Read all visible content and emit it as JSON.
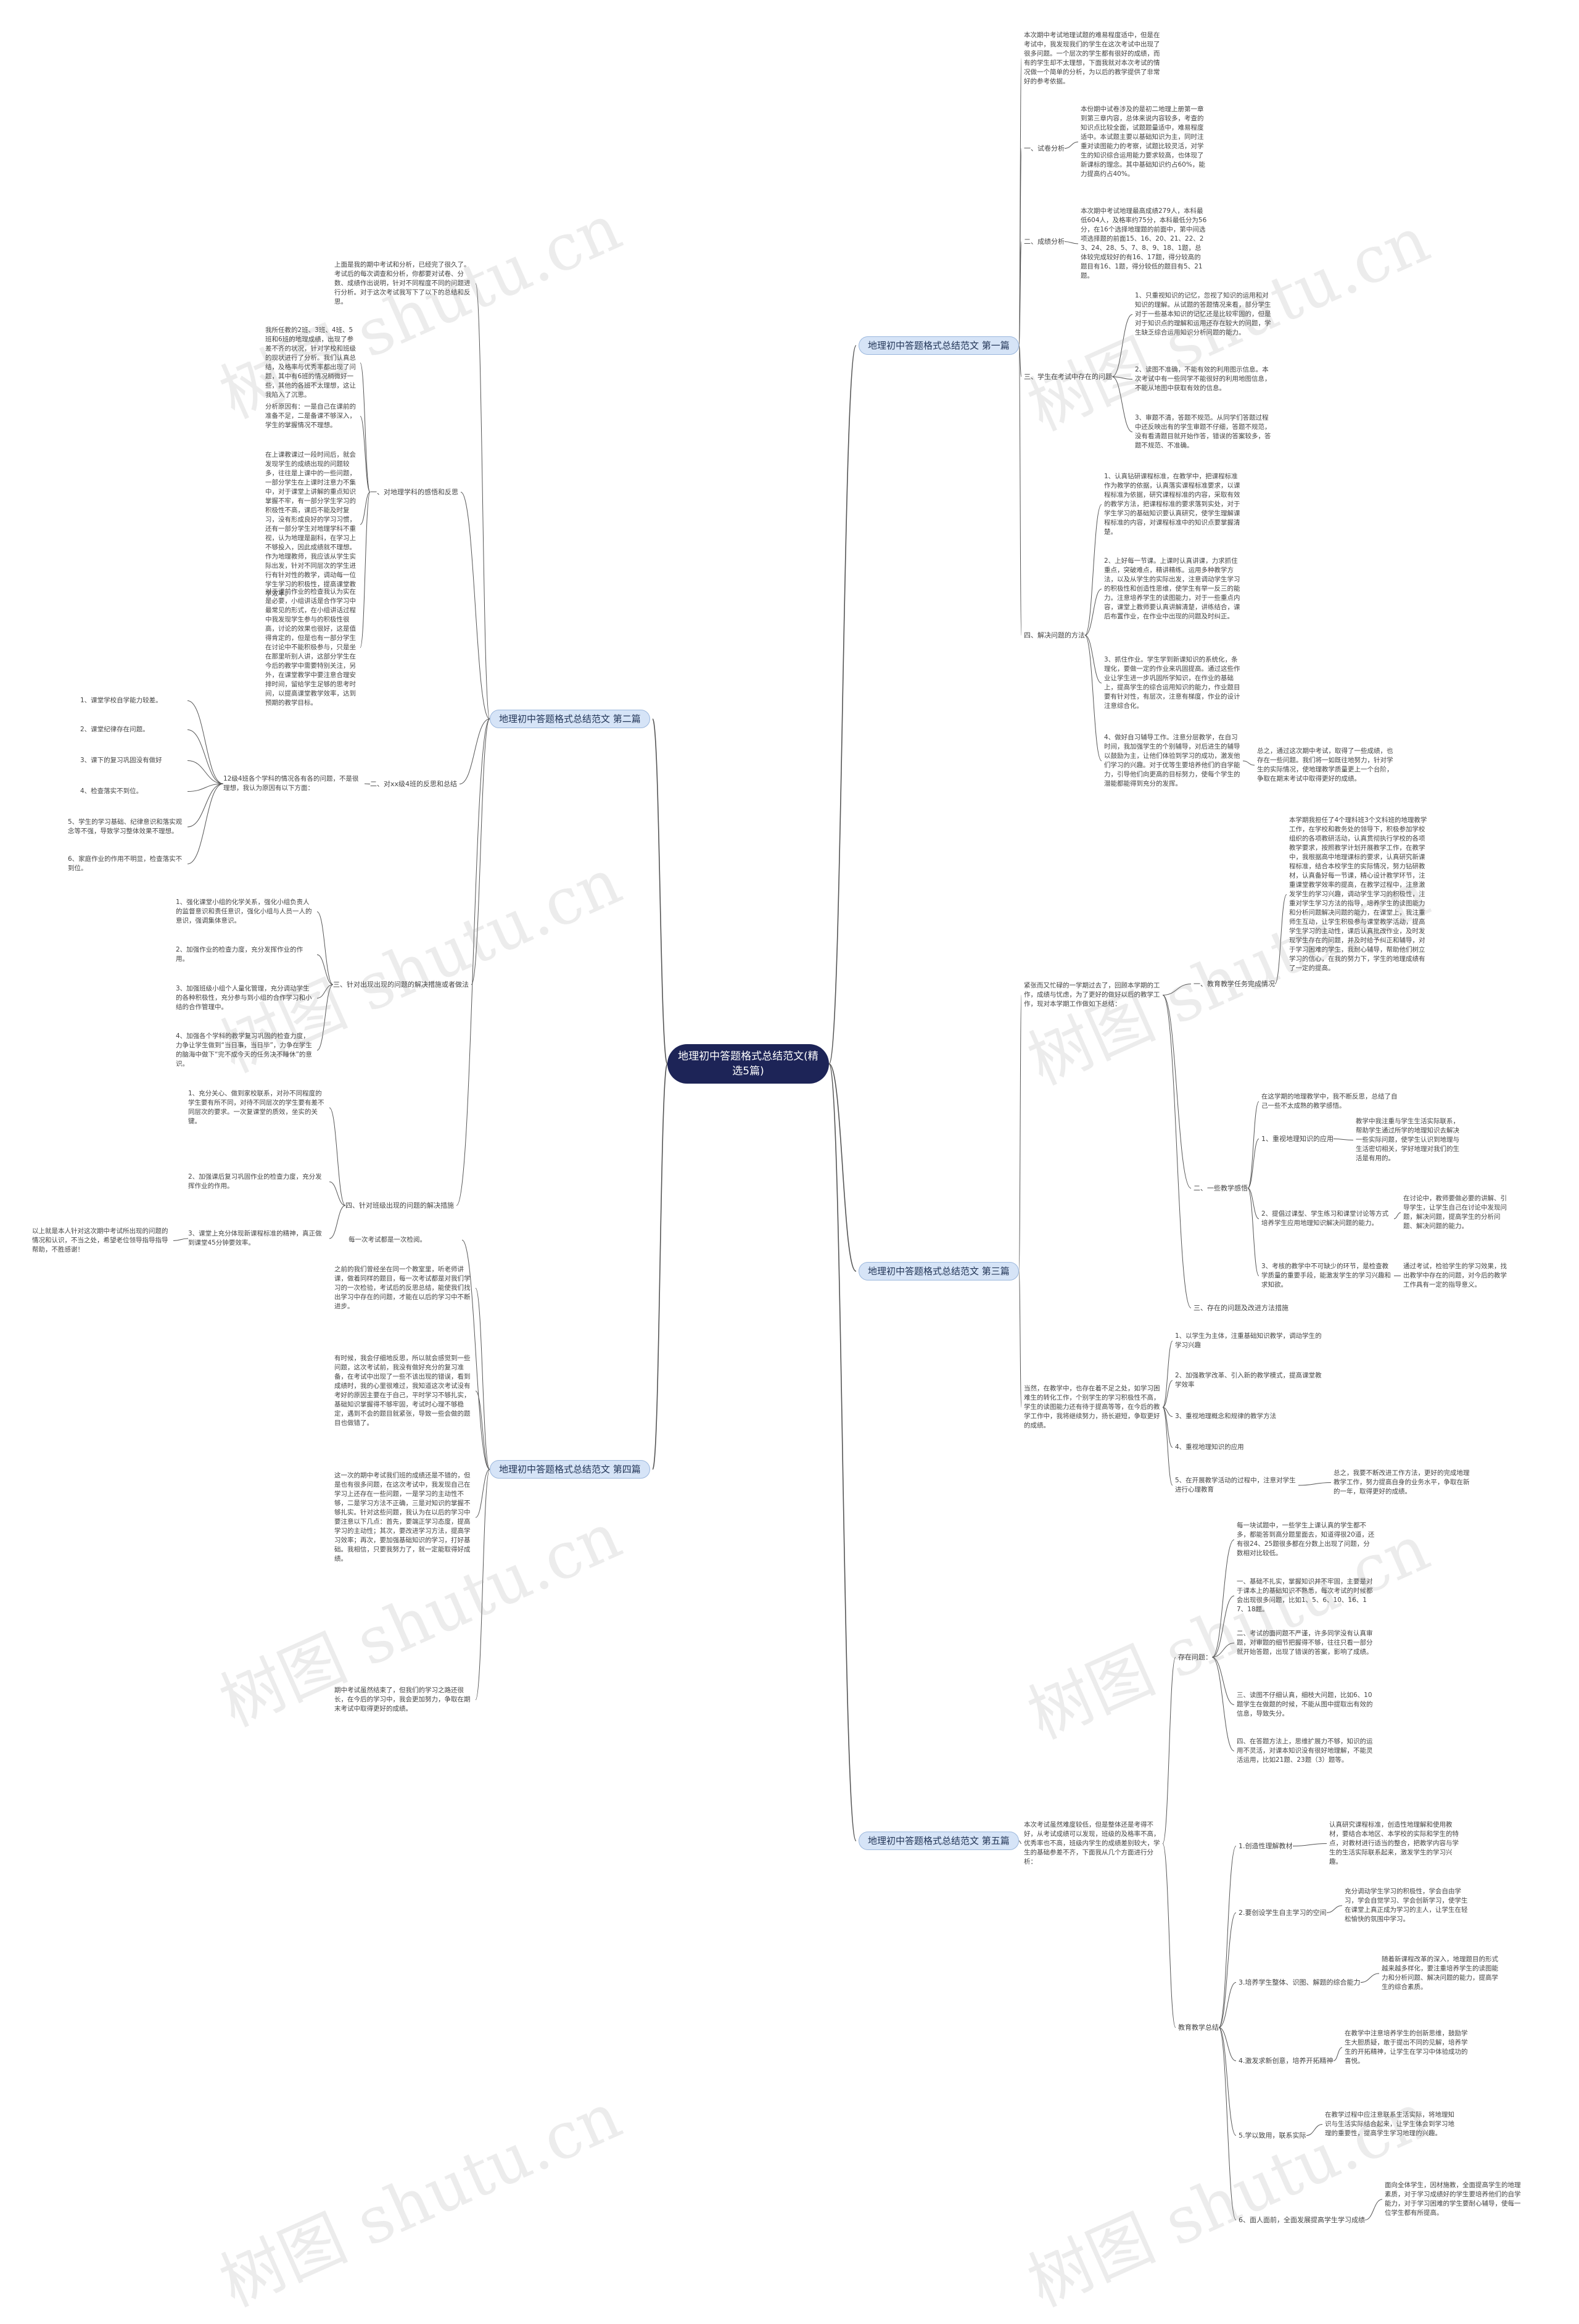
{
  "root": "地理初中答题格式总结范文(精选5篇)",
  "branches": {
    "b1": "地理初中答题格式总结范文 第一篇",
    "b2": "地理初中答题格式总结范文 第二篇",
    "b3": "地理初中答题格式总结范文 第三篇",
    "b4": "地理初中答题格式总结范文 第四篇",
    "b5": "地理初中答题格式总结范文 第五篇"
  },
  "b1": {
    "intro": "本次期中考试地理试题的难易程度适中，但是在考试中，我发现我们的学生在这次考试中出现了很多问题。一个层次的学生都有很好的成绩，而有的学生却不太理想，下面我就对本次考试的情况做一个简单的分析，为以后的教学提供了非常好的参考依据。",
    "l1": "一、试卷分析",
    "t1": "本份期中试卷涉及的是初二地理上册第一章到第三章内容，总体来说内容较多，考查的知识点比较全面，试题题量适中，难易程度适中。本试题主要以基础知识为主，同时注重对读图能力的考察，试题比较灵活，对学生的知识综合运用能力要求较高，也体现了新课标的理念。其中基础知识约占60%，能力提高约占40%。",
    "l2": "二、成绩分析",
    "t2": "本次期中考试地理最高成绩279人，本科最低604人，及格率约75分，本科最低分为56分，在16个选择地理题的前面中，第中间选项选择题的前面15、16、20、21、22、23、24、28、5、7、8、9、18、1题，总体较完成较好的有16、17题，得分较高的题目有16、1题，得分较低的题目有5、21题。",
    "l3": "三、学生在考试中存在的问题",
    "t3a": "1、只重视知识的记忆，忽视了知识的运用和对知识的理解。从试题的答题情况来看，部分学生对于一些基本知识的记忆还是比较牢固的，但是对于知识点的理解和运用还存在较大的问题，学生缺乏综合运用知识分析问题的能力。",
    "t3b": "2、读图不准确，不能有效的利用图示信息。本次考试中有一些同学不能很好的利用地图信息，不能从地图中获取有效的信息。",
    "t3c": "3、审题不清，答题不规范。从同学们答题过程中还反映出有的学生审题不仔细，答题不规范，没有看清题目就开始作答，错误的答案较多，答题不规范、不准确。",
    "l4": "四、解决问题的方法",
    "t4a": "1、认真钻研课程标准，在教学中，把课程标准作为教学的依据，认真落实课程标准要求，以课程标准为依据，研究课程标准的内容，采取有效的教学方法，把课程标准的要求落到实处，对于学生学习的基础知识要认真研究，使学生理解课程标准的内容，对课程标准中的知识点要掌握清楚。",
    "t4b": "2、上好每一节课。上课时认真讲课，力求抓住重点，突破难点，精讲精练。运用多种教学方法，以及从学生的实际出发，注意调动学生学习的积极性和创造性思维，使学生有举一反三的能力。注意培养学生的读图能力，对于一些重点内容，课堂上教师要认真讲解清楚，讲练结合，课后布置作业，在作业中出现的问题及时纠正。",
    "t4c": "3、抓住作业。学生学到新课知识的系统化，条理化，要做一定的作业来巩固提高。通过这些作业让学生进一步巩固所学知识，在作业的基础上，提高学生的综合运用知识的能力，作业题目要有针对性，有层次，注意有梯度，作业的设计注意综合化。",
    "t4d": "4、做好自习辅导工作。注意分层教学，在自习时间，我加强学生的个别辅导，对后进生的辅导以鼓励为主，让他们体验到学习的成功，激发他们学习的兴趣。对于优等生要培养他们的自学能力，引导他们向更高的目标努力，使每个学生的潜能都能得到充分的发挥。",
    "t4e": "总之，通过这次期中考试，取得了一些成绩，也存在一些问题。我们将一如既往地努力，针对学生的实际情况，使地理教学质量更上一个台阶，争取在期末考试中取得更好的成绩。"
  },
  "b2": {
    "intro": "上面是我的期中考试和分析，已经完了很久了。考试后的每次调查和分析，你都要对试卷、分数、成绩作出说明，针对不同程度不同的问题进行分析。对于这次考试我写下了以下的总结和反思。",
    "l1": "一、对地理学科的感悟和反思",
    "t1a": "我所任教的2班、3班、4班、5班和6班的地理成绩，出现了参差不齐的状况，针对学校和班级的现状进行了分析。我们认真总结，及格率与优秀率都出现了问题，其中有6班的情况稍微好一些，其他的各班不太理想，这让我陷入了沉思。",
    "t1b": "分析原因有：一是自己在课前的准备不足，二是备课不够深入，学生的掌握情况不理想。",
    "t1c": "在上课教课过一段时间后，就会发现学生的成绩出现的问题较多，往往是上课中的一些问题，一部分学生在上课时注意力不集中，对于课堂上讲解的重点知识掌握不牢，有一部分学生学习的积极性不高，课后不能及时复习，没有形成良好的学习习惯，还有一部分学生对地理学科不重视，认为地理是副科，在学习上不够投入，因此成绩就不理想。作为地理教师，我应该从学生实际出发，针对不同层次的学生进行有针对性的教学，调动每一位学生学习的积极性，提高课堂教学效率。",
    "t1d": "对于课前作业的检查我认为实在是必要，小组讲话是合作学习中最常见的形式，在小组讲话过程中我发现学生参与的积极性很高，讨论的效果也很好，这是值得肯定的，但是也有一部分学生在讨论中不能积极参与，只是坐在那里听别人讲，这部分学生在今后的教学中需要特别关注，另外，在课堂教学中要注意合理安排时间，留给学生足够的思考时间，以提高课堂教学效率，达到预期的教学目标。",
    "l2": "二、对xx级4班的反思和总结",
    "t2": "12级4班各个学科的情况各有各的问题，不是很理想，我认为原因有以下方面：",
    "r2": [
      "1、课堂学校自学能力较差。",
      "2、课堂纪律存在问题。",
      "3、课下的复习巩固没有做好",
      "4、检查落实不到位。",
      "5、学生的学习基础、纪律意识和落实观念等不强，导致学习整体效果不理想。",
      "6、家庭作业的作用不明显，检查落实不到位。"
    ],
    "l3": "三、针对出现出现的问题的解决措施或者做法",
    "r3": [
      "1、强化课堂小组的化学关系，强化小组负责人的监督意识和责任意识，强化小组与人员一人的意识，强调集体意识。",
      "2、加强作业的检查力度，充分发挥作业的作用。",
      "3、加强班级小组个人量化管理，充分调动学生的各种积极性，充分参与到小组的合作学习和小结的合作管理中。",
      "4、加强各个学科的教学复习巩固的检查力度，力争让学生做到“当日事，当日毕”，力争在学生的脑海中做下“完不成今天的任务决不睡休”的意识。"
    ],
    "l4": "四、针对班级出现的问题的解决措施",
    "r4": [
      "1、充分关心、做到家校联系，对孙不同程度的学生要有所不同，对待不同层次的学生要有差不同层次的要求。一次复课堂的质效，坐实的关键。",
      "2、加强课后复习巩固作业的检查力度，充分发挥作业的作用。",
      "3、课堂上充分体现新课程标准的精神，真正做到课堂45分钟要效率。"
    ],
    "tail": "以上就是本人针对这次期中考试所出现的问题的情况和认识，不当之处，希望老位领导指导指导帮助，不胜感谢！"
  },
  "b3": {
    "intro": "紧张而又忙碌的一学期过去了，回顾本学期的工作，成绩与忧虑，为了更好的做好以后的教学工作，现对本学期工作做如下总结：",
    "l1": "一、教育教学任务完成情况",
    "t1": "本学期我担任了4个理科班3个文科班的地理教学工作，在学校和教务处的领导下，积极参加学校组织的各项教研活动，认真贯彻执行学校的各项教学要求，按照教学计划开展教学工作，在教学中，我根据高中地理课标的要求，认真研究新课程标准，结合本校学生的实际情况，努力钻研教材，认真备好每一节课，精心设计教学环节，注重课堂教学效率的提高，在教学过程中，注意激发学生的学习兴趣，调动学生学习的积极性，注重对学生学习方法的指导，培养学生的读图能力和分析问题解决问题的能力，在课堂上，我注重师生互动，让学生积极参与课堂教学活动，提高学生学习的主动性，课后认真批改作业，及时发现学生存在的问题，并及时给予纠正和辅导，对于学习困难的学生，我耐心辅导，帮助他们树立学习的信心，在我的努力下，学生的地理成绩有了一定的提高。",
    "l2": "二、一些教学感悟",
    "t2a": "在这学期的地理教学中，我不断反思，总结了自己一些不太成熟的教学感悟。",
    "l2a": "1、重视地理知识的应用",
    "t2b": "教学中我注重与学生生活实际联系，帮助学生通过所学的地理知识去解决一些实际问题，使学生认识到地理与生活密切相关，学好地理对我们的生活是有用的。",
    "l2b": "2、提倡过课型、学生练习和课堂讨论等方式培养学生应用地理知识解决问题的能力。",
    "t2c": "在讨论中，教师要做必要的讲解、引导学生，让学生自己在讨论中发现问题，解决问题，提高学生的分析问题、解决问题的能力。",
    "l2c": "3、考核的教学中不可缺少的环节，是检查教学质量的重要手段，能激发学生的学习兴趣和求知欲。",
    "t2d": "通过考试，检验学生的学习效果，找出教学中存在的问题，对今后的教学工作具有一定的指导意义。",
    "l3": "三、存在的问题及改进方法措施",
    "r3": [
      "1、以学生为主体，注重基础知识教学，调动学生的学习兴趣",
      "2、加强教学改革、引入新的教学模式，提高课堂教学效率",
      "3、重视地理概念和规律的教学方法",
      "4、重视地理知识的应用",
      "5、在开展教学活动的过程中，注意对学生进行心理教育"
    ],
    "t3": "当然，在教学中，也存在着不足之处，如学习困难生的转化工作，个别学生的学习积极性不高，学生的读图能力还有待于提高等等，在今后的教学工作中，我将继续努力，扬长避短，争取更好的成绩。",
    "t3b": "总之，我要不断改进工作方法，更好的完成地理教学工作，努力提高自身的业务水平，争取在新的一年，取得更好的成绩。"
  },
  "b4": {
    "t1": "每一次考试都是一次检阅。",
    "t2": "之前的我们曾经坐在同一个教室里，听老师讲课，做着同样的题目，每一次考试都是对我们学习的一次检验，考试后的反思总结，能使我们找出学习中存在的问题，才能在以后的学习中不断进步。",
    "t3": "有时候，我会仔细地反思，所以就会感觉到一些问题，这次考试前，我没有做好充分的复习准备，在考试中出现了一些不该出现的错误，看到成绩时，我的心里很难过，我知道这次考试没有考好的原因主要在于自己，平时学习不够扎实，基础知识掌握得不够牢固，考试时心理不够稳定，遇到不会的题目就紧张，导致一些会做的题目也做错了。",
    "t4": "这一次的期中考试我们班的成绩还是不错的，但是也有很多问题，在这次考试中，我发现自己在学习上还存在一些问题，一是学习的主动性不够，二是学习方法不正确，三是对知识的掌握不够扎实。针对这些问题，我认为在以后的学习中要注意以下几点：首先，要端正学习态度，提高学习的主动性；其次，要改进学习方法，提高学习效率；再次，要加强基础知识的学习，打好基础。我相信，只要我努力了，就一定能取得好成绩。",
    "t5": "期中考试虽然结束了，但我们的学习之路还很长，在今后的学习中，我会更加努力，争取在期末考试中取得更好的成绩。"
  },
  "b5": {
    "intro": "本次考试虽然难度较低，但是整体还是考得不好，从考试成绩可以发现，班级的及格率不高，优秀率也不高，班级内学生的成绩差别较大，学生的基础参差不齐，下面我从几个方面进行分析：",
    "l1": "存在问题：",
    "t1": "每一块试题中，一些学生上课认真的学生都不多，都能答到高分题里面去，知道得很20道，还有很24、25题很多都在分数上出现了问题，分数相对比较低。",
    "r1": [
      "一、基础不扎实，掌握知识并不牢固，主要是对于课本上的基础知识不熟悉，每次考试的时候都会出现很多问题，比如1、5、6、10、16、17、18题。",
      "二、考试的面问题不严谨，许多同学没有认真审题，对审题的细节把握得不够，往往只看一部分就开始答题，出现了错误的答案，影响了成绩。",
      "三、读图不仔细认真，细枝大问题，比如6、10题学生在做题的时候，不能从图中提取出有效的信息，导致失分。",
      "四、在答题方法上，思维扩展力不够，知识的运用不灵活，对课本知识没有很好地理解，不能灵活运用，比如21题、23题（3）题等。"
    ],
    "l2": "教育教学总结",
    "r2": [
      {
        "h": "1.创造性理解教材",
        "t": "认真研究课程标准，创造性地理解和使用教材，要结合本地区、本学校的实际和学生的特点，对教材进行适当的整合，把教学内容与学生的生活实际联系起来，激发学生的学习兴趣。"
      },
      {
        "h": "2.要创设学生自主学习的空间",
        "t": "充分调动学生学习的积极性，学会自由学习，学会自觉学习、学会创新学习，使学生在课堂上真正成为学习的主人，让学生在轻松愉快的氛围中学习。"
      },
      {
        "h": "3.培养学生整体、识图、解题的综合能力",
        "t": "随着新课程改革的深入，地理题目的形式越来越多样化，要注重培养学生的读图能力和分析问题、解决问题的能力，提高学生的综合素质。"
      },
      {
        "h": "4.激发求新创意，培养开拓精神",
        "t": "在教学中注意培养学生的创新思维，鼓励学生大胆质疑，敢于提出不同的见解，培养学生的开拓精神，让学生在学习中体验成功的喜悦。"
      },
      {
        "h": "5.学以致用，联系实际",
        "t": "在教学过程中应注意联系生活实际，将地理知识与生活实际结合起来，让学生体会到学习地理的重要性，提高学生学习地理的兴趣。"
      },
      {
        "h": "6、面人面前，全面发展提高学生学习成绩",
        "t": "面向全体学生，因材施教，全面提高学生的地理素质，对于学习成绩好的学生要培养他们的自学能力，对于学习困难的学生要耐心辅导，使每一位学生都有所提高。"
      }
    ]
  },
  "watermark": "树图 shutu.cn",
  "colors": {
    "root_bg": "#1d2457",
    "branch_bg": "#d6e4f7",
    "line": "#555555"
  }
}
